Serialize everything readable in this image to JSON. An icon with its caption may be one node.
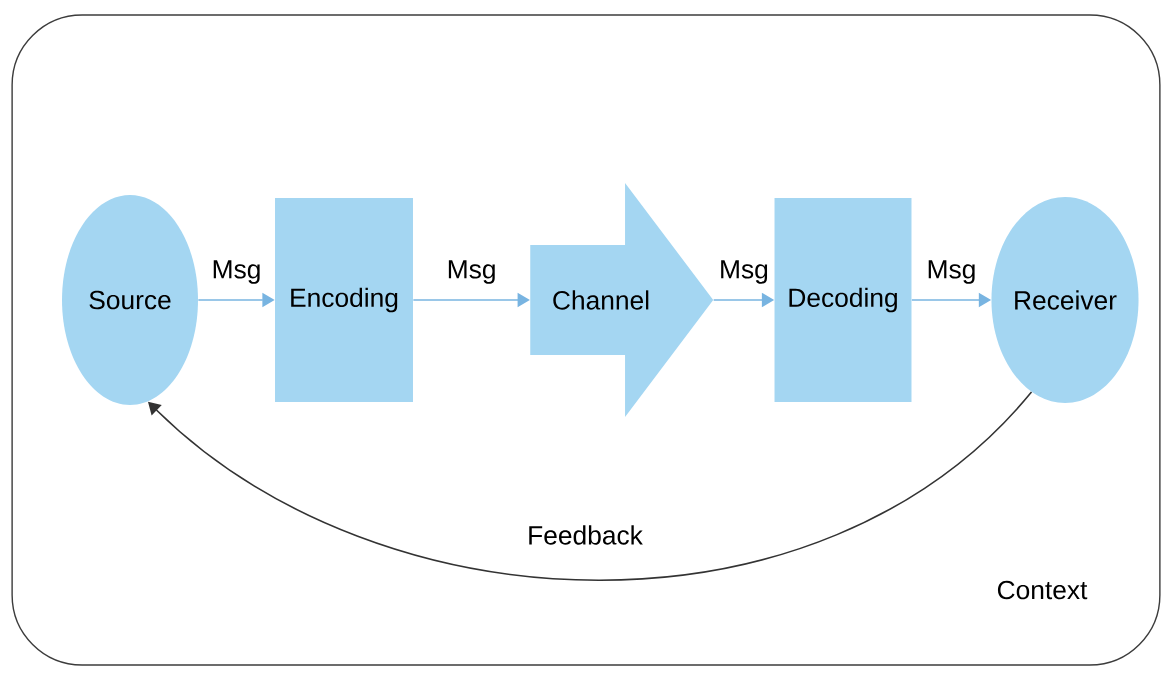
{
  "diagram": {
    "nodes": [
      {
        "text": [
          "Context"
        ]
      },
      {
        "text": [
          "Source"
        ],
        "in": 0
      },
      {
        "text": [
          "Encoding"
        ],
        "in": 0
      },
      {
        "text": [
          "Channel"
        ],
        "in": 0
      },
      {
        "text": [
          "Decoding"
        ],
        "in": 0
      },
      {
        "text": [
          "Receiver"
        ],
        "in": 0
      }
    ],
    "edges": [
      {
        "from": 1,
        "to": 2,
        "arrow": "to",
        "label": "Msg"
      },
      {
        "from": 2,
        "to": 3,
        "arrow": "to",
        "label": "Msg"
      },
      {
        "from": 3,
        "to": 4,
        "arrow": "to",
        "label": "Msg"
      },
      {
        "from": 4,
        "to": 5,
        "arrow": "to",
        "label": "Msg"
      },
      {
        "from": 5,
        "to": 1,
        "arrow": "to",
        "label": "Feedback",
        "color": "#333333"
      }
    ]
  }
}
